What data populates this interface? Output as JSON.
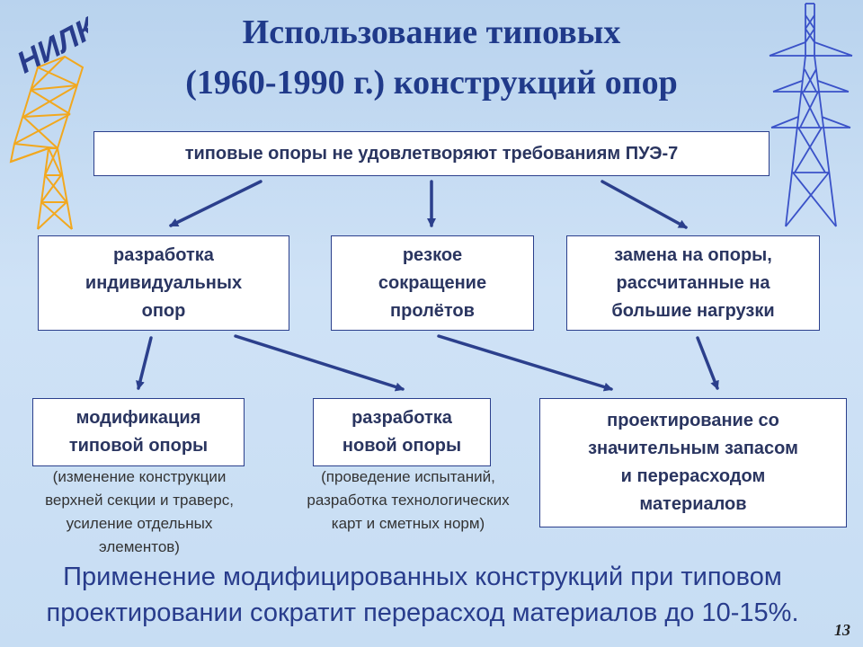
{
  "logo": {
    "text": "НИЛКЭС"
  },
  "title": {
    "line1": "Использование типовых",
    "line2": "(1960-1990 г.) конструкций опор"
  },
  "top_box": {
    "text": "типовые опоры не удовлетворяют требованиям ПУЭ-7"
  },
  "level2": [
    {
      "lines": [
        "разработка",
        "индивидуальных",
        "опор"
      ]
    },
    {
      "lines": [
        "резкое",
        "сокращение",
        "пролётов"
      ]
    },
    {
      "lines": [
        "замена на опоры,",
        "рассчитанные на",
        "большие нагрузки"
      ]
    }
  ],
  "level3": [
    {
      "lines": [
        "модификация",
        "типовой опоры"
      ]
    },
    {
      "lines": [
        "разработка",
        "новой опоры"
      ]
    },
    {
      "lines": [
        "проектирование со",
        "значительным запасом",
        "и перерасходом",
        "материалов"
      ]
    }
  ],
  "notes": {
    "left": [
      "(изменение конструкции",
      "верхней секции и траверс,",
      "усиление отдельных",
      "элементов)"
    ],
    "middle": [
      "(проведение испытаний,",
      "разработка технологических",
      "карт и сметных норм)"
    ]
  },
  "bottom_text": {
    "line1": "Применение модифицированных конструкций при типовом",
    "line2": "проектировании сократит перерасход материалов до 10-15%."
  },
  "page_number": "13",
  "colors": {
    "arrow": "#2b3f8c",
    "title": "#203a8a",
    "tower_left": "#f2a81e",
    "tower_right": "#3a52c8"
  }
}
